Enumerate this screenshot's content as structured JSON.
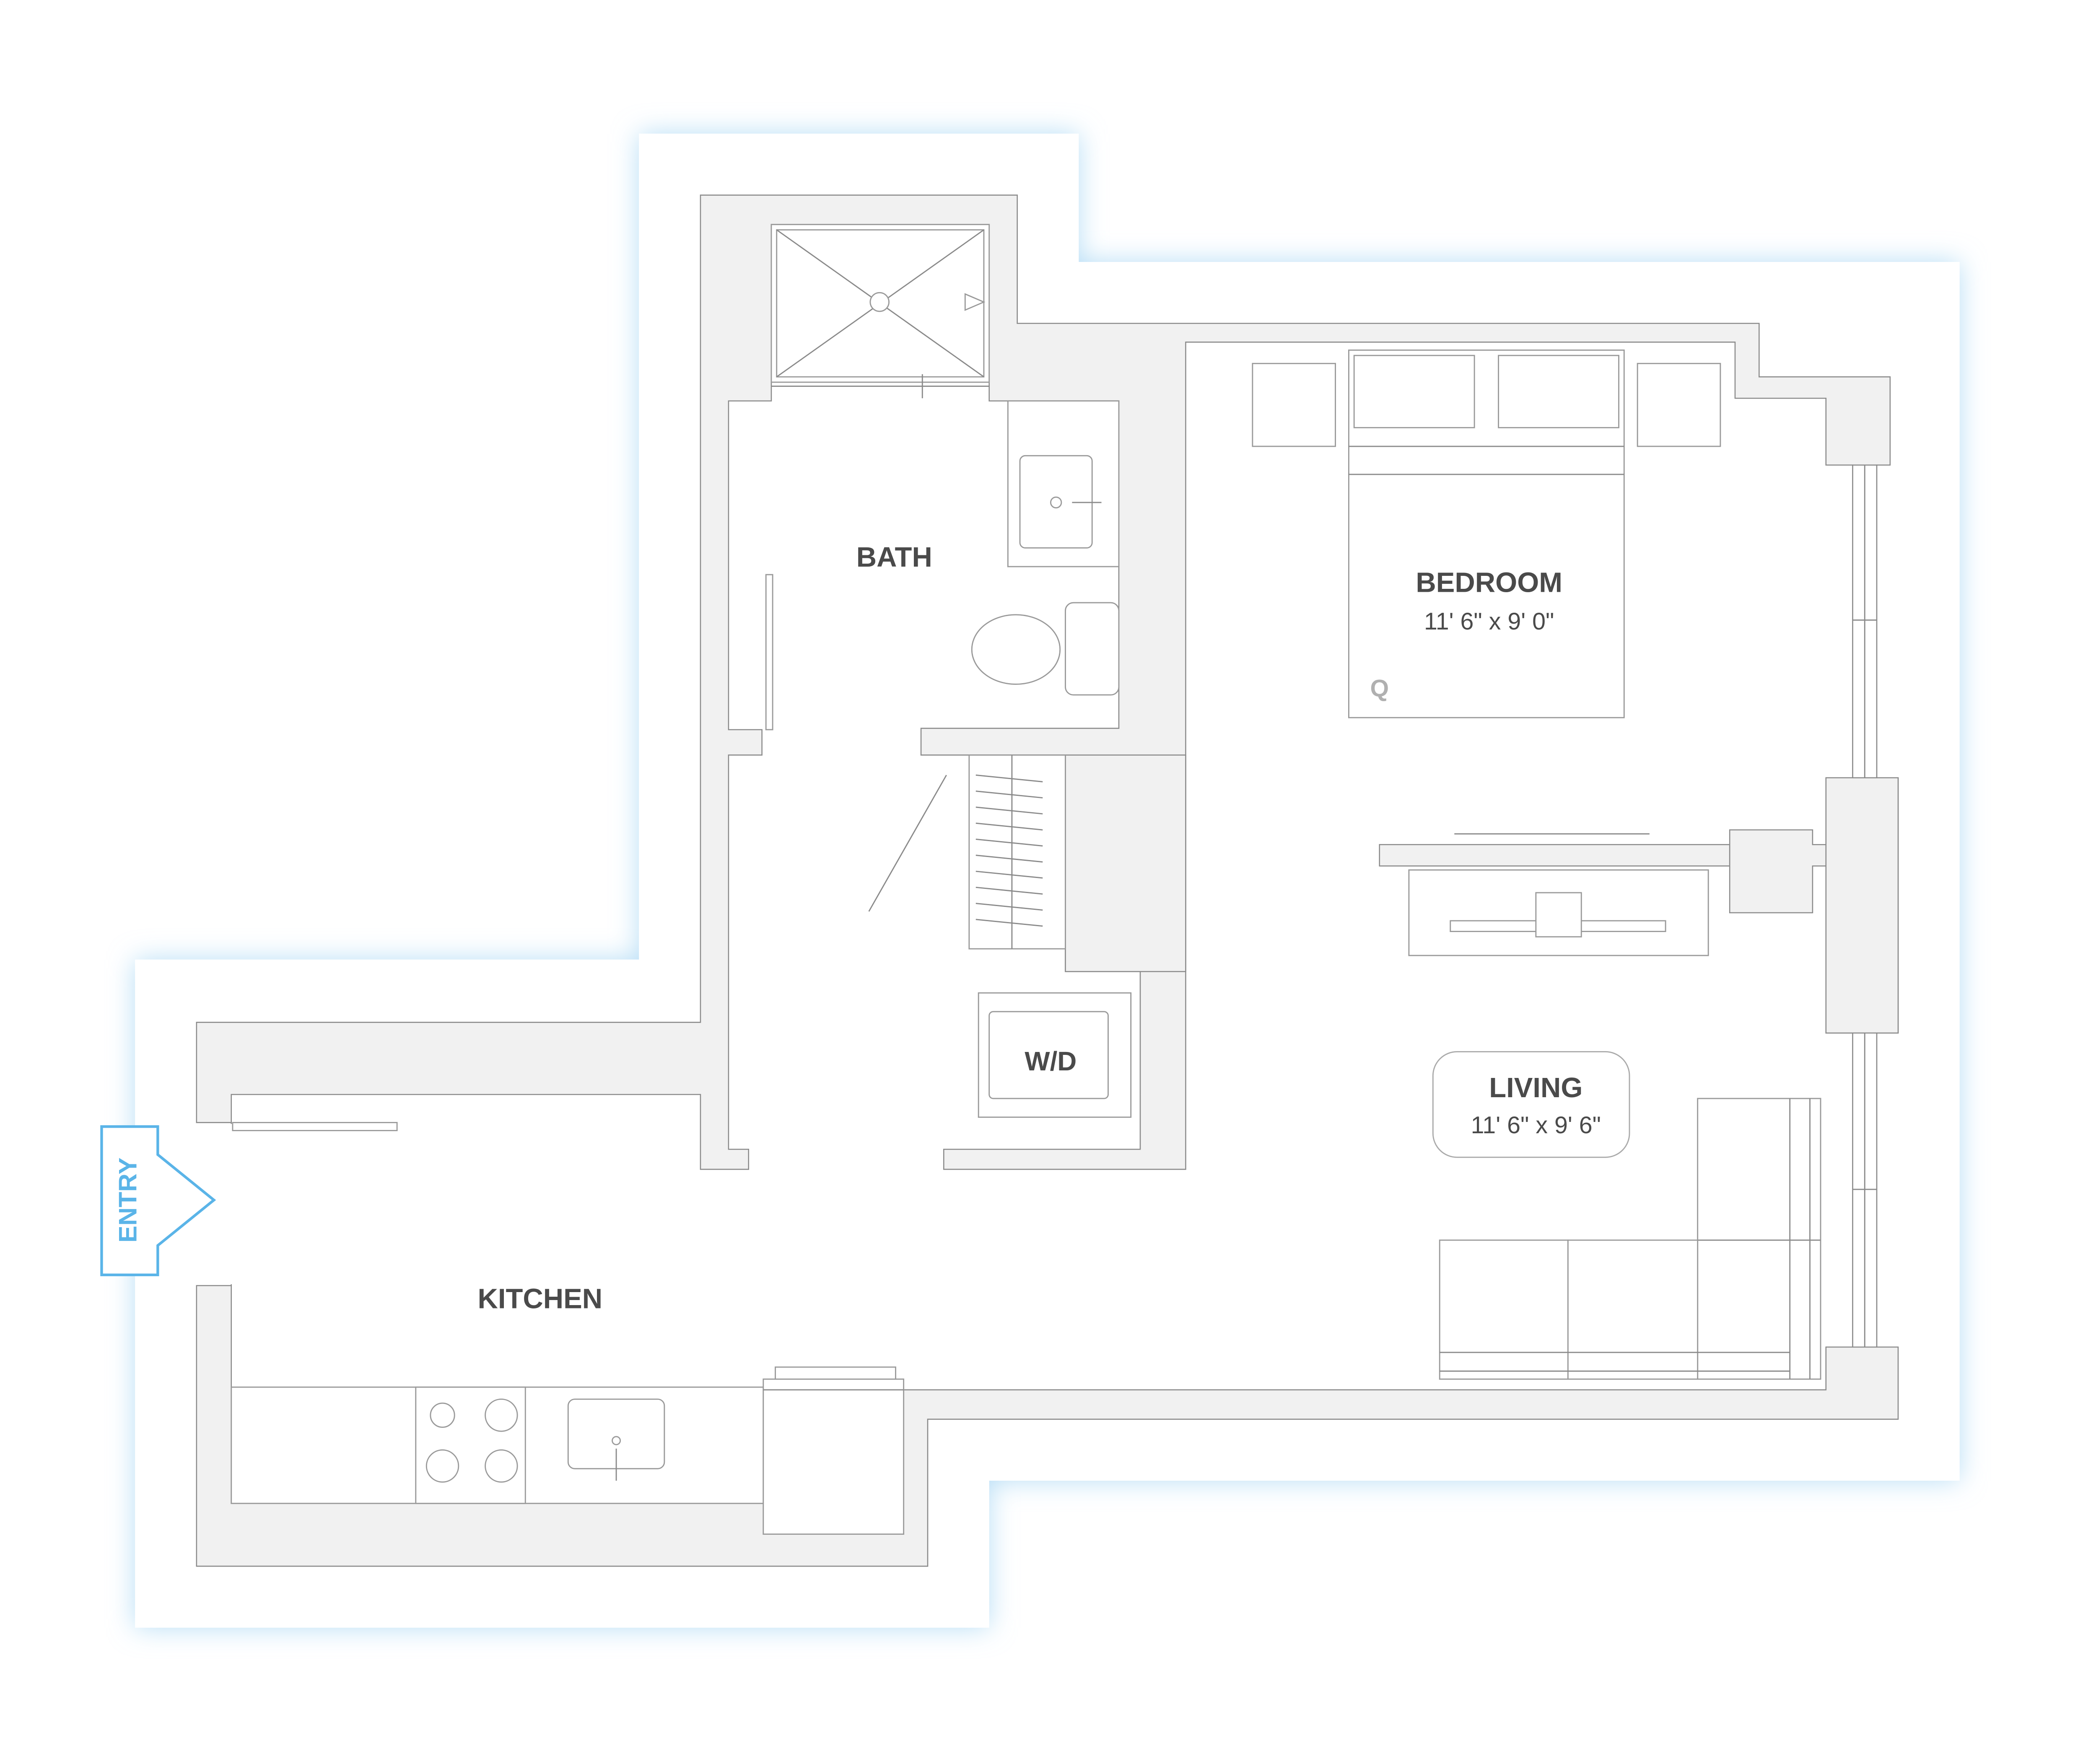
{
  "rooms": {
    "bath": {
      "name": "BATH"
    },
    "bedroom": {
      "name": "BEDROOM",
      "dimensions": "11' 6\" x 9' 0\""
    },
    "living": {
      "name": "LIVING",
      "dimensions": "11' 6\" x 9' 6\""
    },
    "laundry": {
      "name": "W/D"
    },
    "kitchen": {
      "name": "KITCHEN"
    }
  },
  "bed_size_marker": "Q",
  "entry": {
    "label": "ENTRY"
  },
  "colors": {
    "accent": "#5ab4e8",
    "glow": "#cfe8f8",
    "wall_fill": "#f1f1f1",
    "wall_stroke": "#8a8a8a",
    "label_text": "#4a4a4a"
  }
}
